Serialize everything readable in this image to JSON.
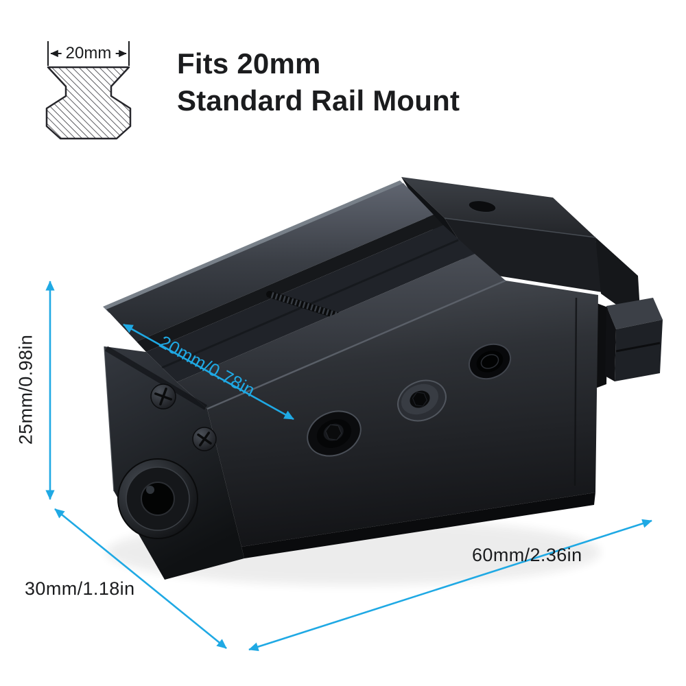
{
  "header": {
    "rail_profile_dim": "20mm",
    "title_line1": "Fits 20mm",
    "title_line2": "Standard Rail Mount"
  },
  "dimensions": {
    "height": "25mm/0.98in",
    "depth": "30mm/1.18in",
    "length": "60mm/2.36in",
    "rail_width": "20mm/0.78in"
  },
  "icons": {
    "rail_profile": "picatinny-rail-cross-section-hatched"
  },
  "colors": {
    "accent": "#1fa9e4",
    "text_dark": "#1b1c1e",
    "background": "#ffffff"
  }
}
